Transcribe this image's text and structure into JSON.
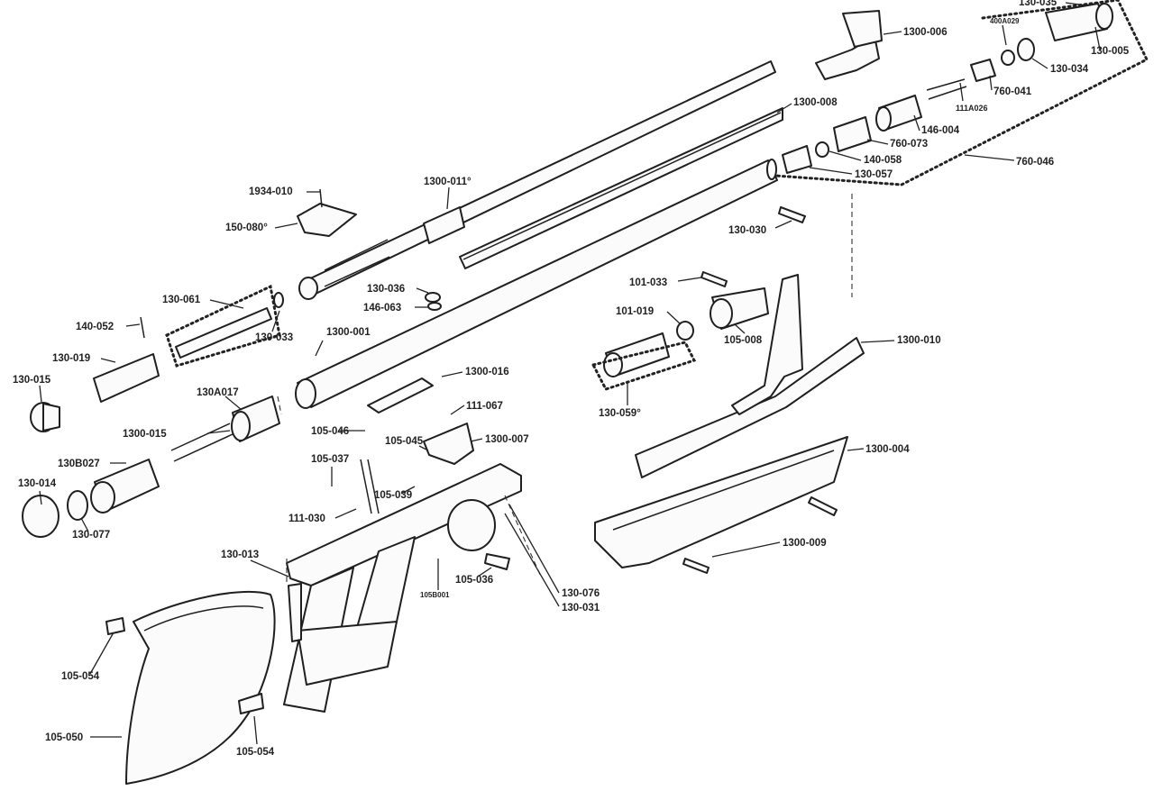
{
  "diagram": {
    "background": "#ffffff",
    "ink": "#222222",
    "labels": [
      {
        "id": "130-035",
        "text": "130-035"
      },
      {
        "id": "1300-006",
        "text": "1300-006"
      },
      {
        "id": "400A029",
        "text": "400A029"
      },
      {
        "id": "130-005",
        "text": "130-005"
      },
      {
        "id": "130-034",
        "text": "130-034"
      },
      {
        "id": "760-041",
        "text": "760-041"
      },
      {
        "id": "1300-008",
        "text": "1300-008"
      },
      {
        "id": "111A026",
        "text": "111A026"
      },
      {
        "id": "146-004",
        "text": "146-004"
      },
      {
        "id": "760-073",
        "text": "760-073"
      },
      {
        "id": "140-058",
        "text": "140-058"
      },
      {
        "id": "760-046",
        "text": "760-046"
      },
      {
        "id": "130-057",
        "text": "130-057"
      },
      {
        "id": "1934-010",
        "text": "1934-010"
      },
      {
        "id": "1300-011",
        "text": "1300-011°"
      },
      {
        "id": "150-080",
        "text": "150-080°"
      },
      {
        "id": "130-030",
        "text": "130-030"
      },
      {
        "id": "101-033",
        "text": "101-033"
      },
      {
        "id": "130-061",
        "text": "130-061"
      },
      {
        "id": "130-036",
        "text": "130-036"
      },
      {
        "id": "146-063",
        "text": "146-063"
      },
      {
        "id": "101-019",
        "text": "101-019"
      },
      {
        "id": "140-052",
        "text": "140-052"
      },
      {
        "id": "130-033",
        "text": "130-033"
      },
      {
        "id": "1300-001",
        "text": "1300-001"
      },
      {
        "id": "105-008",
        "text": "105-008"
      },
      {
        "id": "1300-010",
        "text": "1300-010"
      },
      {
        "id": "130-019",
        "text": "130-019"
      },
      {
        "id": "1300-016",
        "text": "1300-016"
      },
      {
        "id": "130-015",
        "text": "130-015"
      },
      {
        "id": "130A017",
        "text": "130A017"
      },
      {
        "id": "111-067",
        "text": "111-067"
      },
      {
        "id": "130-059",
        "text": "130-059°"
      },
      {
        "id": "105-046",
        "text": "105-046"
      },
      {
        "id": "1300-015",
        "text": "1300-015"
      },
      {
        "id": "105-045",
        "text": "105-045"
      },
      {
        "id": "1300-007",
        "text": "1300-007"
      },
      {
        "id": "1300-004",
        "text": "1300-004"
      },
      {
        "id": "105-037",
        "text": "105-037"
      },
      {
        "id": "130B027",
        "text": "130B027"
      },
      {
        "id": "130-014",
        "text": "130-014"
      },
      {
        "id": "105-039",
        "text": "105-039"
      },
      {
        "id": "111-030",
        "text": "111-030"
      },
      {
        "id": "130-077",
        "text": "130-077"
      },
      {
        "id": "1300-009",
        "text": "1300-009"
      },
      {
        "id": "130-013",
        "text": "130-013"
      },
      {
        "id": "105-036",
        "text": "105-036"
      },
      {
        "id": "105B001",
        "text": "105B001"
      },
      {
        "id": "130-076",
        "text": "130-076"
      },
      {
        "id": "130-031",
        "text": "130-031"
      },
      {
        "id": "105-054a",
        "text": "105-054"
      },
      {
        "id": "105-050",
        "text": "105-050"
      },
      {
        "id": "105-054b",
        "text": "105-054"
      }
    ]
  }
}
